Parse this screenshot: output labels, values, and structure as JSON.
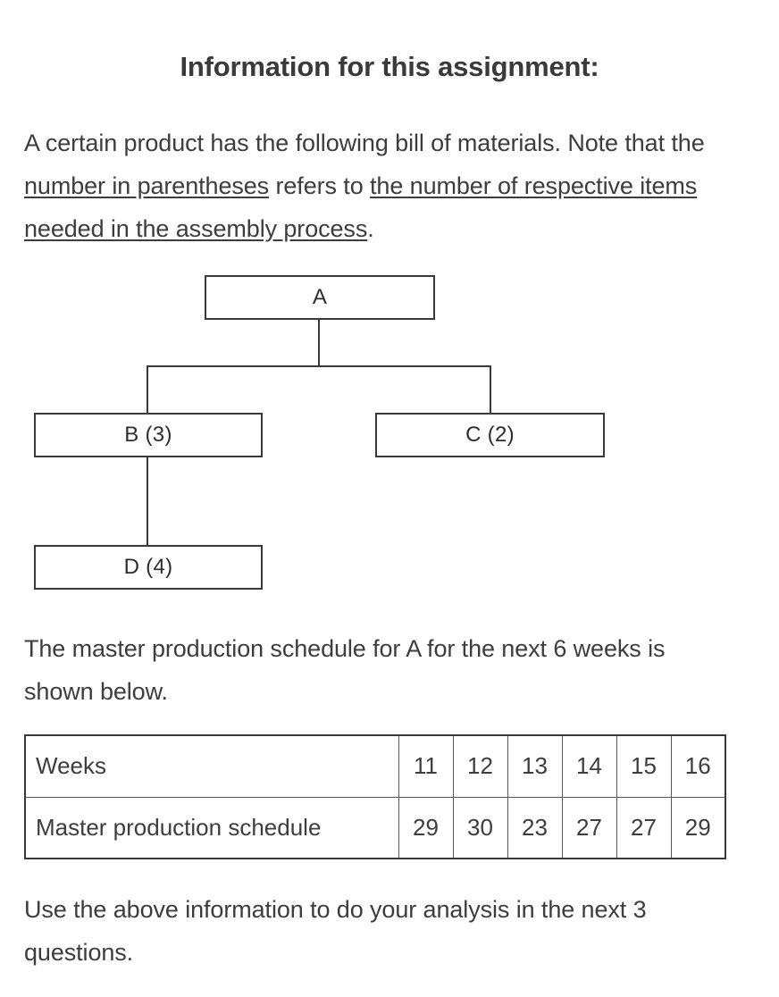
{
  "title": "Information for this assignment:",
  "intro": {
    "part1": "A certain product has the following bill of materials. Note that the ",
    "underline1": "number in parentheses",
    "part2": " refers to ",
    "underline2": "the number of respective items needed in the assembly process",
    "part3": "."
  },
  "bom": {
    "nodes": [
      {
        "id": "a",
        "label": "A"
      },
      {
        "id": "b",
        "label": "B (3)"
      },
      {
        "id": "c",
        "label": "C (2)"
      },
      {
        "id": "d",
        "label": "D (4)"
      }
    ]
  },
  "mps_intro": "The master production schedule for A for the next 6 weeks is shown below.",
  "chart_data": {
    "type": "table",
    "title": "Master production schedule for A",
    "row_labels": [
      "Weeks",
      "Master production schedule"
    ],
    "categories": [
      "11",
      "12",
      "13",
      "14",
      "15",
      "16"
    ],
    "values": [
      29,
      30,
      23,
      27,
      27,
      29
    ],
    "xlabel": "Weeks",
    "ylabel": "Master production schedule"
  },
  "table": {
    "row_weeks_label": "Weeks",
    "row_mps_label": "Master production schedule",
    "weeks": [
      "11",
      "12",
      "13",
      "14",
      "15",
      "16"
    ],
    "mps": [
      "29",
      "30",
      "23",
      "27",
      "27",
      "29"
    ]
  },
  "footer": "Use the above information to do your analysis in the next 3 questions."
}
